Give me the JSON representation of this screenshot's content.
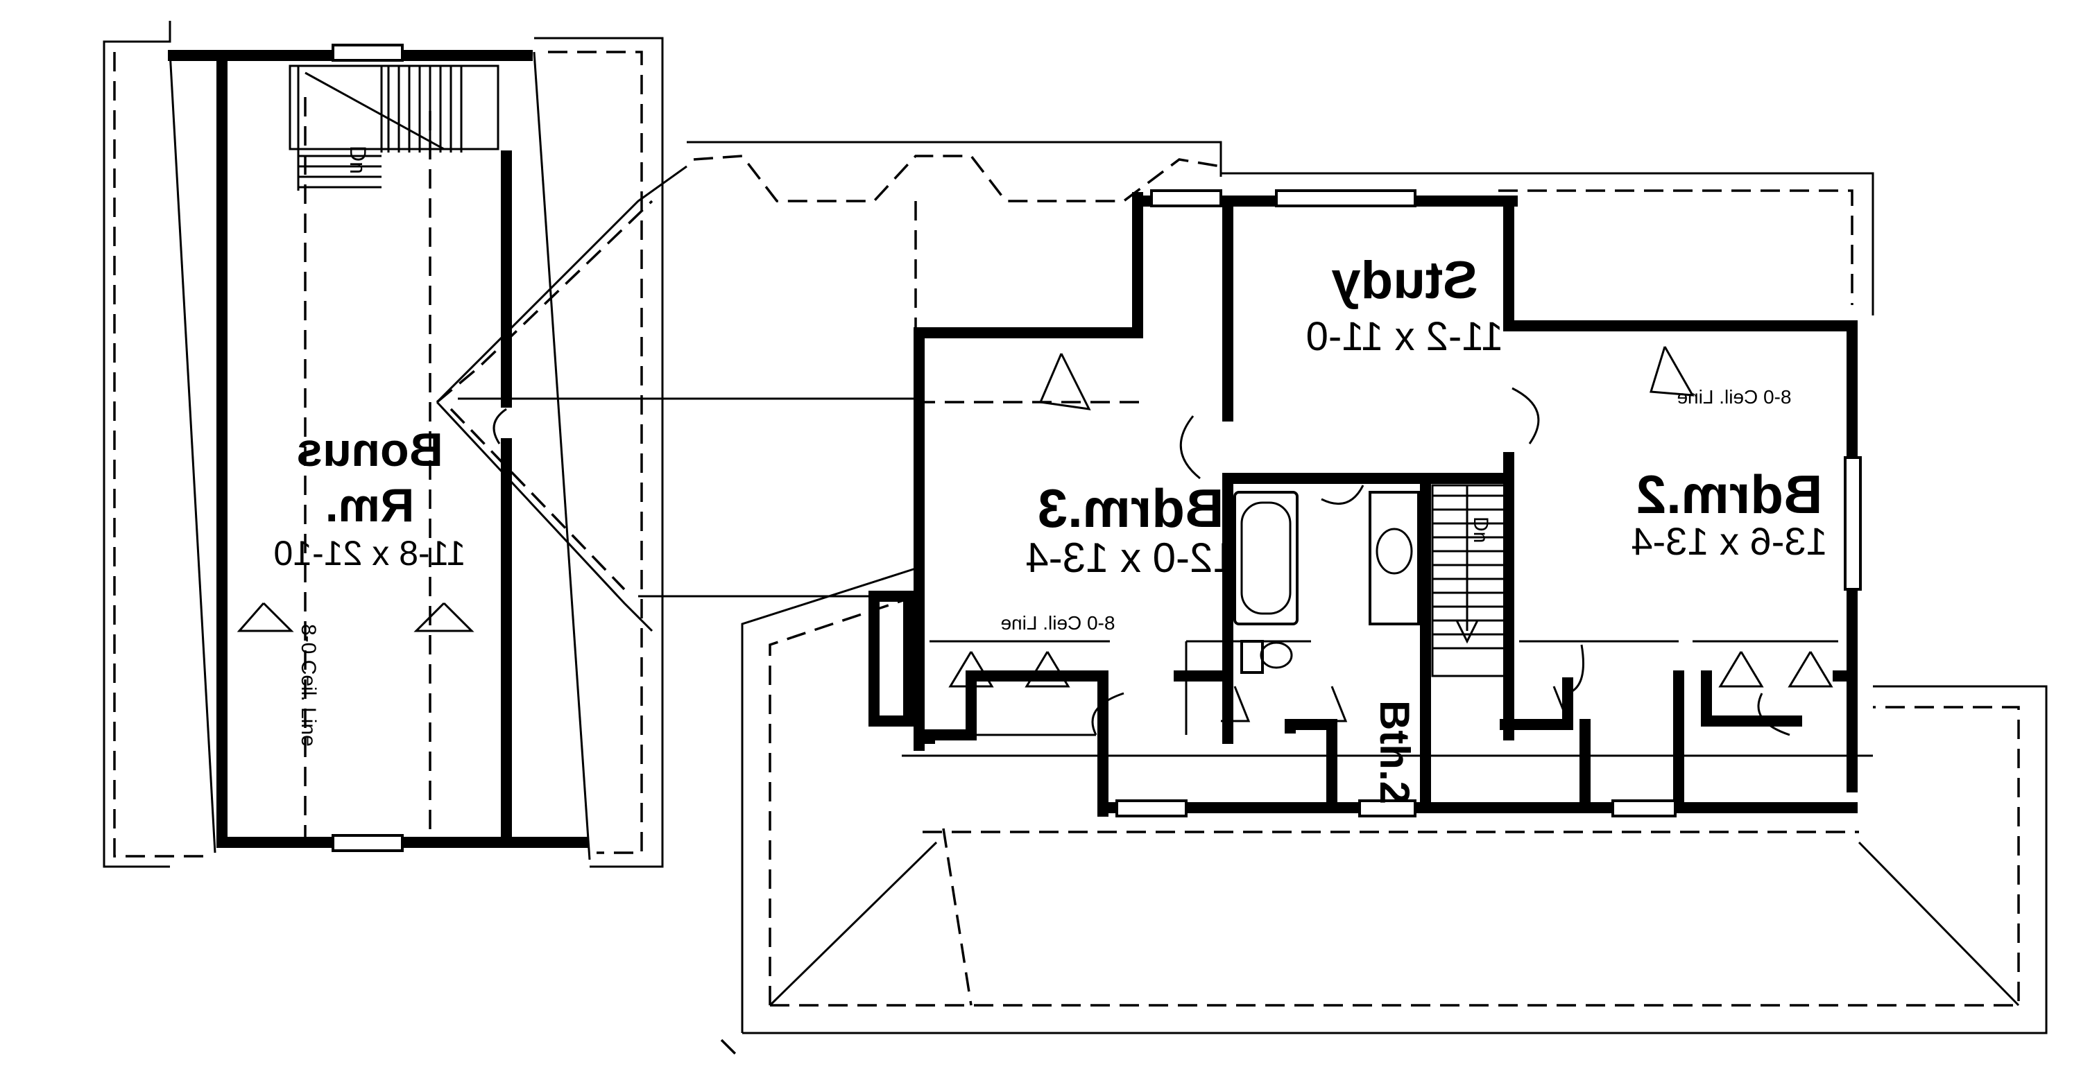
{
  "rooms": {
    "bonus": {
      "name_line1": "Bonus",
      "name_line2": "Rm.",
      "dims": "11-8 x 21-10"
    },
    "bedroom3": {
      "name": "Bdrm.3",
      "dims": "12-0 x 13-4"
    },
    "study": {
      "name": "Study",
      "dims": "11-2 x 11-0"
    },
    "bedroom2": {
      "name": "Bdrm.2",
      "dims": "13-6 x 13-4"
    },
    "bath2": {
      "name": "Bth.2"
    }
  },
  "notes": {
    "ceil_line": "8-0 Ceil. Line",
    "stair_down": "Dn"
  }
}
